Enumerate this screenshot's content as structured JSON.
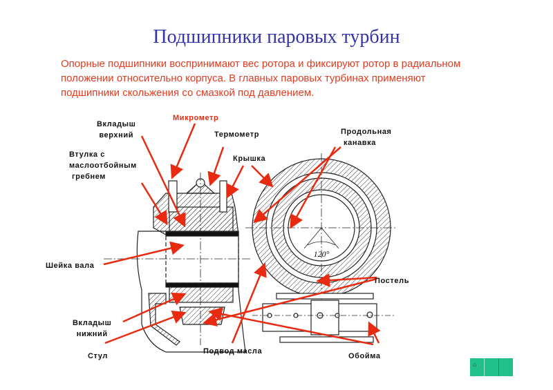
{
  "slide": {
    "title": "Подшипники паровых турбин",
    "intro": "Опорные подшипники воспринимают вес ротора и фиксируют ротор в радиальном положении относительно корпуса. В главных паровых турбинах применяют подшипники скольжения со смазкой под давлением.",
    "accent_color": "#e82a10",
    "title_color": "#3333aa"
  },
  "labels": {
    "micrometer": "Микрометр",
    "upper_liner": [
      "Вкладыш",
      "верхний"
    ],
    "thermometer": "Термометр",
    "sleeve": [
      "Втулка с",
      "маслоотбойным",
      "гребнем"
    ],
    "cover": "Крышка",
    "long_groove": [
      "Продольная",
      "канавка"
    ],
    "shaft_neck": "Шейка вала",
    "bed": "Постель",
    "lower_liner": [
      "Вкладыш",
      "нижний"
    ],
    "chair": "Стул",
    "oil_supply": "Подвод масла",
    "cage": "Обойма",
    "angle": "120°"
  },
  "nav": {
    "icons": [
      "home-icon",
      "blank",
      "blank"
    ]
  }
}
